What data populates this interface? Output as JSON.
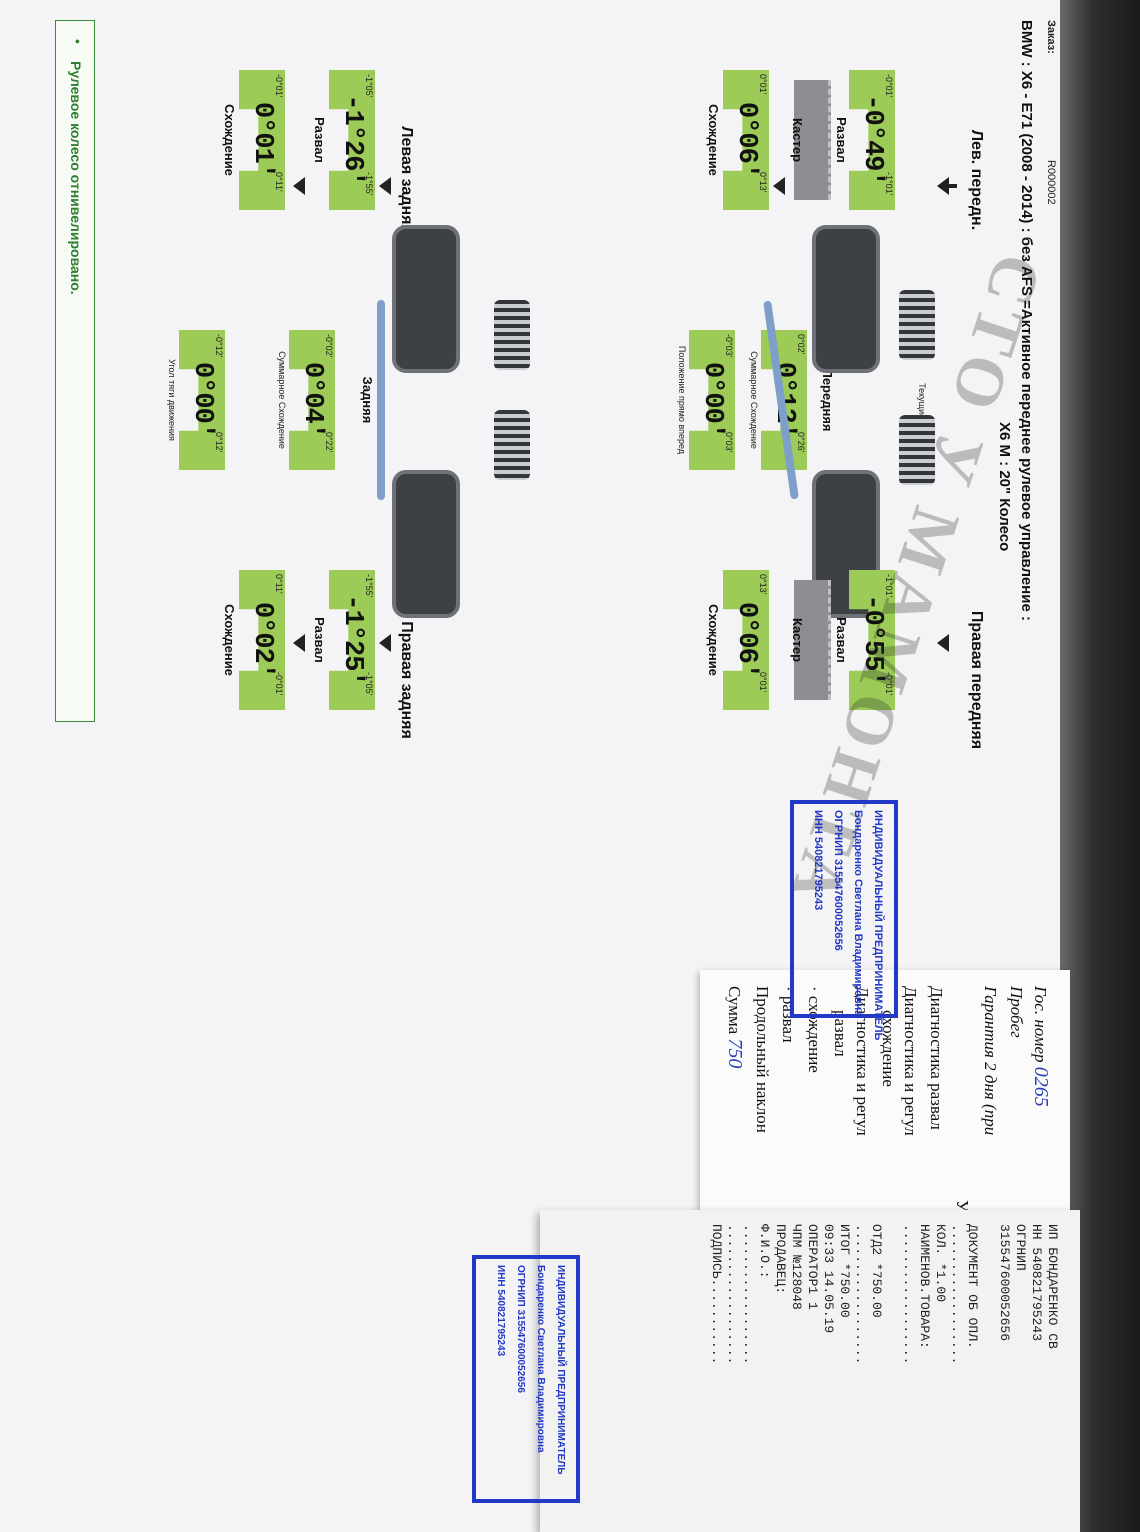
{
  "header": {
    "order_label": "Заказ:",
    "order_number": "R000002",
    "model": "BMW : X6      - E71 (2008 - 2014) : без AFS =Активное переднее рулевое управление :",
    "model_line2": "X6 M : 20\" Колесо"
  },
  "current_measurements_label": "Текущие измерения",
  "front_left": {
    "title": "Лев. передн.",
    "camber": {
      "label": "Развал",
      "value": "-0°49'",
      "min": "-0°01'",
      "max": "-1°01'"
    },
    "caster": {
      "label": "Кастер",
      "value": "0°06'",
      "min": "0°01'",
      "max": "0°13'"
    },
    "toe": {
      "label": "Схождение",
      "value": ""
    }
  },
  "front_right": {
    "title": "Правая передняя",
    "camber": {
      "label": "Развал",
      "value": "-0°55'",
      "min": "-1°01'",
      "max": "-0°01'"
    },
    "caster": {
      "label": "Кастер",
      "value": "0°06'",
      "min": "0°13'",
      "max": "0°01'"
    },
    "toe": {
      "label": "Схождение"
    }
  },
  "front_axle": {
    "title": "Передняя",
    "total_toe": {
      "label": "Суммарное Схождение",
      "value": "0°12'",
      "min": "0°02'",
      "max": "0°26'"
    },
    "straight": {
      "label": "Положение прямо вперед",
      "value": "0°00'",
      "min": "-0°03'",
      "max": "0°03'"
    }
  },
  "rear_left": {
    "title": "Левая задняя",
    "camber": {
      "label": "Развал",
      "value": "-1°26'",
      "min": "-1°05'",
      "max": "-1°55'"
    },
    "toe": {
      "label": "Схождение",
      "value": "0°01'",
      "min": "-0°01'",
      "max": "0°11'"
    }
  },
  "rear_right": {
    "title": "Правая задняя",
    "camber": {
      "label": "Развал",
      "value": "-1°25'",
      "min": "-1°55'",
      "max": "-1°05'"
    },
    "toe": {
      "label": "Схождение",
      "value": "0°02'",
      "min": "0°11'",
      "max": "-0°01'"
    }
  },
  "rear_axle": {
    "title": "Задняя",
    "total_toe": {
      "label": "Суммарное Схождение",
      "value": "0°04'",
      "min": "-0°02'",
      "max": "0°22'"
    },
    "thrust": {
      "label": "Угол тяги движения",
      "value": "0°00'",
      "min": "-0°12'",
      "max": "0°12'"
    }
  },
  "footer": {
    "bullet": "•",
    "text": "Рулевое колесо отнивелировано."
  },
  "watermark": "СТО У МАМОНТА",
  "stamp_main": {
    "lines": [
      "ИНДИВИДУАЛЬНЫЙ ПРЕДПРИНИМАТЕЛЬ",
      "Бондаренко Светлана Владимировна",
      "ОГРНИП 315547600052656",
      "ИНН 540821795243"
    ]
  },
  "stamp_cheque": {
    "lines": [
      "ИНДИВИДУАЛЬНЫЙ ПРЕДПРИНИМАТЕЛЬ",
      "Бондаренко Светлана Владимировна",
      "ОГРНИП 315547600052656",
      "ИНН 540821795243"
    ]
  },
  "service_receipt": {
    "lines": [
      "Гос. номер",
      "Пробег",
      "Гарантия 2 дня (при",
      "Услуг",
      "Диагностика развал",
      "Диагностика и регул",
      "схождение",
      "Диагностика и регул",
      "развал",
      "· схождение",
      "· развал",
      "Продольный наклон",
      "Сумма"
    ],
    "plate_handwritten": "0265",
    "sum_handwritten": "750"
  },
  "cheque": {
    "lines": [
      "ИП БОНДАРЕНКО СВ",
      "НН 540821795243",
      "ОГРНИП",
      "315547600052656",
      "",
      "ДОКУМЕНТ ОБ ОПЛ.",
      "..................",
      "КОЛ.          *1.00",
      "НАИМЕНОВ.ТОВАРА:",
      "..................",
      "",
      "ОТД2        *750.00",
      "..................",
      "ИТОГ        *750.00",
      "09:33    14.05.19",
      "ОПЕРАТОР1 1",
      "ЧПМ №128048",
      "ПРОДАВЕЦ:",
      "Ф.И.О.:",
      "..................",
      "..................",
      "ПОДПИСЬ..........."
    ]
  }
}
